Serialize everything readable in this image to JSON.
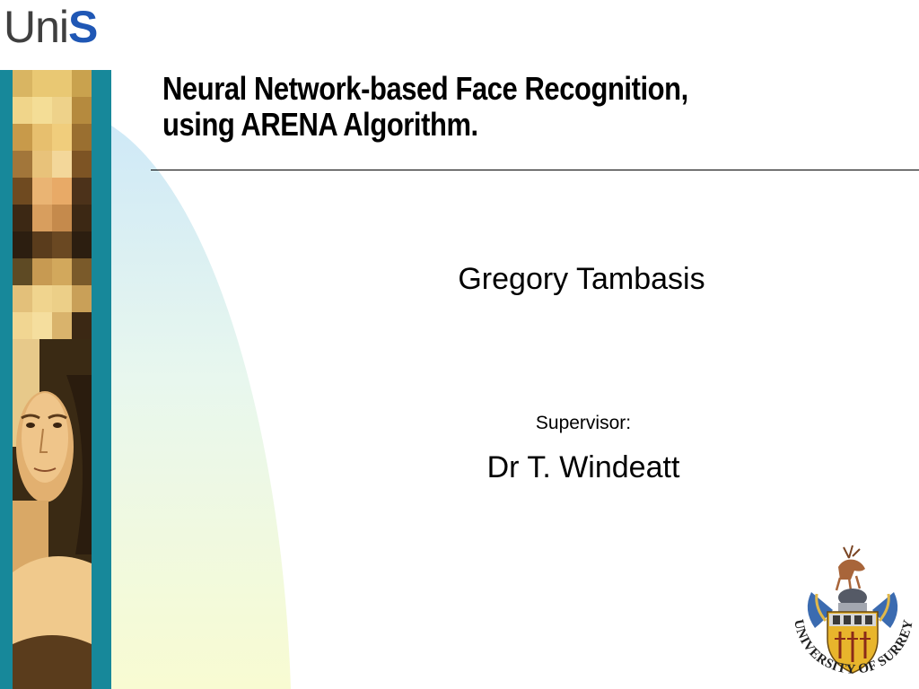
{
  "logo": {
    "part1": "Uni",
    "part2": "S"
  },
  "slide": {
    "title_line1": "Neural Network-based Face Recognition,",
    "title_line2": "using ARENA Algorithm.",
    "author": "Gregory Tambasis",
    "supervisor_label": "Supervisor:",
    "supervisor_name": "Dr T. Windeatt"
  },
  "crest": {
    "text": "UNIVERSITY OF SURREY"
  },
  "colors": {
    "logo_blue": "#1f57b5",
    "strip_teal": "#17889a"
  }
}
